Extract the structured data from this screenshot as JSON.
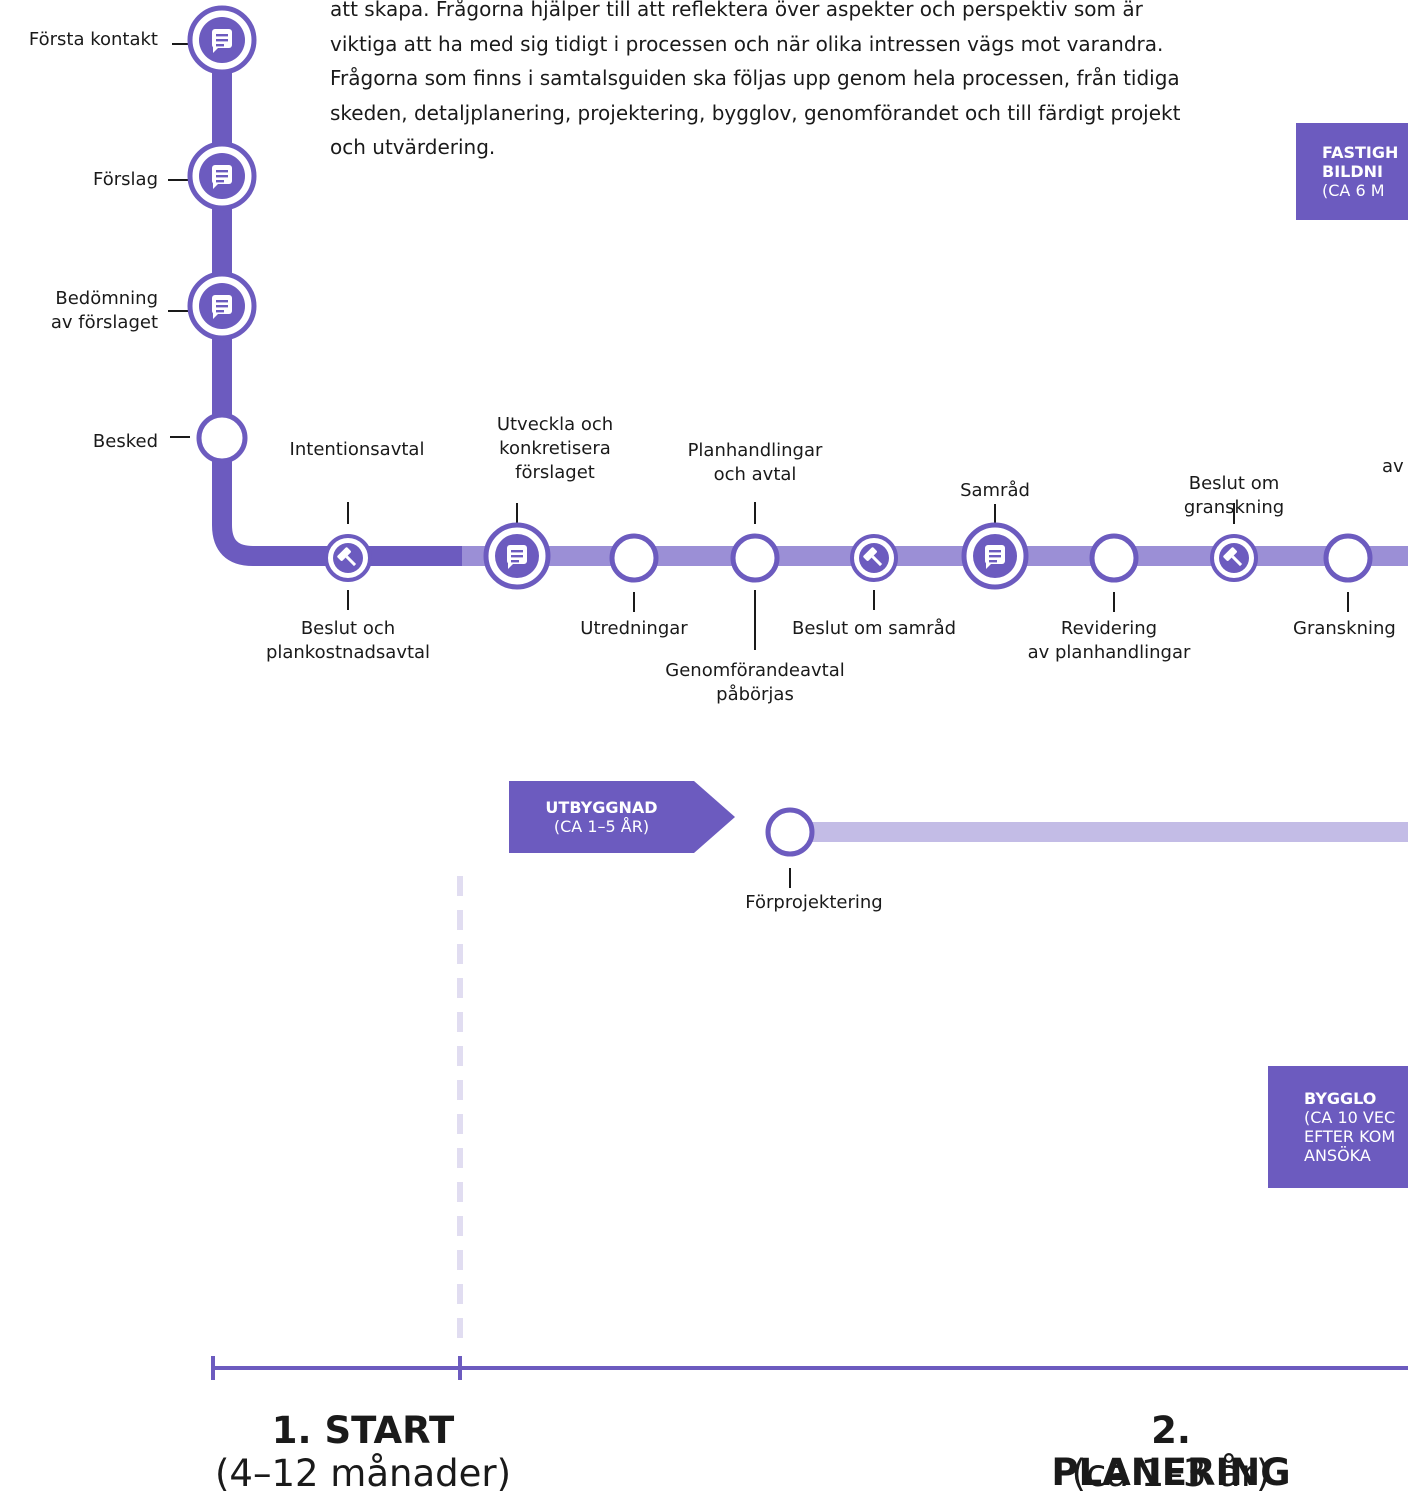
{
  "intro_text": "att skapa. Frågorna hjälper till att reflektera över aspekter och perspektiv som är viktiga att ha med sig tidigt i processen och när olika intressen vägs mot varandra. Frågorna som finns i samtalsguiden ska följas upp genom hela processen, från tidiga skeden, detaljplanering, projektering, bygglov, genomförandet och till färdigt projekt och utvärdering.",
  "colors": {
    "primary": "#6c5bbf",
    "secondary": "#9b8fd6",
    "light": "#c3bce6",
    "dashed": "#e1ddf1"
  },
  "vertical_steps": [
    {
      "label": "Första kontakt",
      "icon": "chat-icon"
    },
    {
      "label": "Förslag",
      "icon": "chat-icon"
    },
    {
      "label": "Bedömning\nav förslaget",
      "icon": "chat-icon"
    },
    {
      "label": "Besked",
      "icon": "empty-circle"
    }
  ],
  "horizontal_steps": [
    {
      "label_below": "Beslut och\nplankostnadsavtal",
      "label_above": "Intentionsavtal",
      "icon": "gavel-icon"
    },
    {
      "label_above": "Utveckla och\nkonkretisera\nförslaget",
      "icon": "chat-icon"
    },
    {
      "label_below": "Utredningar",
      "icon": "empty-circle"
    },
    {
      "label_above": "Planhandlingar\noch avtal",
      "label_below": "Genomförandeavtal\npåbörjas",
      "icon": "empty-circle"
    },
    {
      "label_below": "Beslut om samråd",
      "icon": "gavel-icon"
    },
    {
      "label_above": "Samråd",
      "icon": "chat-icon"
    },
    {
      "label_below": "Revidering\nav planhandlingar",
      "icon": "empty-circle"
    },
    {
      "label_above": "Beslut om granskning",
      "icon": "gavel-icon"
    },
    {
      "label_below": "Granskning",
      "icon": "empty-circle"
    }
  ],
  "partial_label": "av",
  "utbyggnad": {
    "title": "UTBYGGNAD",
    "duration": "(CA 1–5 ÅR)",
    "first_step": "Förprojektering"
  },
  "fastighetsbildning": {
    "title": "FASTIGH\nBILDNI",
    "duration": "(CA 6 M"
  },
  "bygglov": {
    "title": "BYGGLO",
    "duration": "(CA 10 VEC\nEFTER KOM\nANSÖKA"
  },
  "phases": [
    {
      "title": "1. START",
      "duration": "(4–12 månader)"
    },
    {
      "title": "2. PLANERING",
      "duration": "(ca 1–3 år)"
    }
  ]
}
